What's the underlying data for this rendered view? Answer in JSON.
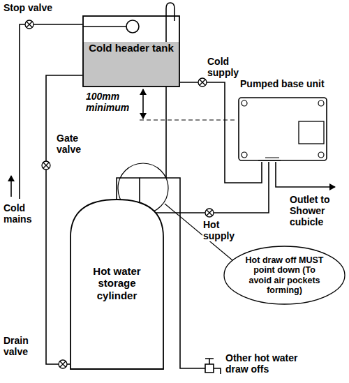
{
  "diagram": {
    "nodes": [
      {
        "text": [
          "Cold header tank"
        ]
      },
      {
        "text": [
          "Pumped base unit"
        ]
      },
      {
        "text": [
          "Hot water storage cylinder"
        ]
      },
      {
        "text": [
          "Hot draw off MUST point down (To avoid air pockets forming)"
        ]
      }
    ],
    "edges": [
      {
        "from": 0,
        "to": 1,
        "label": "Cold supply",
        "arrow": "none"
      },
      {
        "from": 2,
        "to": 1,
        "label": "Hot supply",
        "arrow": "none"
      },
      {
        "from": 0,
        "to": 2,
        "label": "Gate valve",
        "arrow": "none"
      }
    ],
    "labels": [
      "Stop valve",
      "100mm minimum",
      "Cold mains",
      "Outlet to Shower cubicle",
      "Drain valve",
      "Other hot water draw offs"
    ]
  }
}
